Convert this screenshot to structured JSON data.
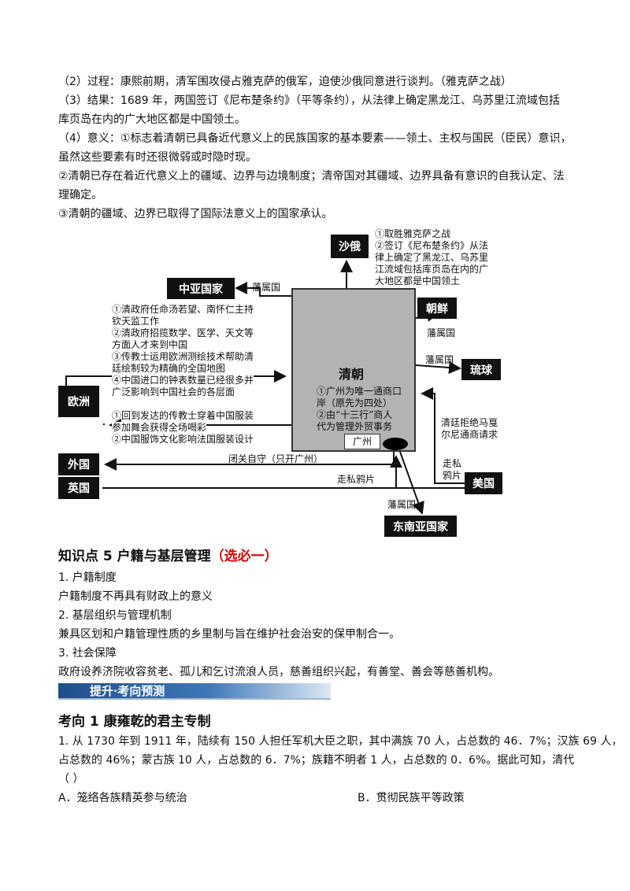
{
  "top_lines": [
    "（2）过程：康熙前期，清军围攻侵占雅克萨的俄军，迫使沙俄同意进行谈判。（雅克萨之战）",
    "（3）结果：1689 年，两国签订《尼布楚条约》（平等条约），从法律上确定黑龙江、乌苏里江流域包括",
    "库页岛在内的广大地区都是中国领土。",
    "（4）意义：①标志着清朝已具备近代意义上的民族国家的基本要素——领土、主权与国民（臣民）意识，",
    "虽然这些要素有时还很微弱或时隐时现。",
    "②清朝已存在着近代意义上的疆域、边界与边境制度；清帝国对其疆域、边界具备有意识的自我认定、法",
    "理确定。",
    "③清朝的疆域、边界已取得了国际法意义上的国家承认。"
  ],
  "diagram": {
    "center": "清朝",
    "boxes": {
      "shae": "沙俄",
      "zhongya": "中亚国家",
      "chaoxian": "朝鲜",
      "liuqiu": "琉球",
      "ouzhou": "欧洲",
      "waiguo": "外国",
      "yingguo": "英国",
      "meiguo": "美国",
      "dongnanya": "东南亚国家"
    },
    "shae_notes": [
      "①取胜雅克萨之战",
      "②签订《尼布楚条约》从法",
      "律上确定了黑龙江、乌苏里",
      "江流域包括库页岛在内的广",
      "大地区都是中国领土"
    ],
    "fanshu": "藩属国",
    "europe_in_notes": [
      "①清政府任命汤若望、南怀仁主持",
      "钦天监工作",
      "②清政府招揽数学、医学、天文等",
      "方面人才来到中国",
      "③传教士运用欧洲测绘技术帮助清",
      "廷绘制较为精确的全国地图",
      "④中国进口的钟表数量已经很多并",
      "广泛影响到中国社会的各层面"
    ],
    "europe_out_notes": [
      "①回到发达的传教士穿着中国服装",
      "参加舞会获得全场喝彩",
      "②中国服饰文化影响法国服装设计"
    ],
    "trade_notes": [
      "①广州为唯一通商口",
      "岸（原先为四处）",
      "②由“十三行”商人",
      "代为管理外贸事务"
    ],
    "guangzhou": "广州",
    "biguan": "闭关自守（只开广州）",
    "zousi_yapian": "走私鸦片",
    "zousi_lines": [
      "走私",
      "鸦片"
    ],
    "qing_refuse": [
      "清廷拒绝马戛",
      "尔尼通商请求"
    ]
  },
  "section5": {
    "title": "知识点 5  户籍与基层管理",
    "tag": "（选必一）",
    "lines": [
      "1.  户籍制度",
      "户籍制度不再具有财政上的意义",
      "2.  基层组织与管理机制",
      "兼具区划和户籍管理性质的乡里制与旨在维护社会治安的保甲制合一。",
      "3.  社会保障",
      "政府设养济院收容贫老、孤儿和乞讨流浪人员，慈善组织兴起，有善堂、善会等慈善机构。"
    ]
  },
  "banner": "提升·考向预测",
  "kaoxiang": "考向 1    康雍乾的君主专制",
  "question": {
    "lines": [
      "1. 从 1730 年到 1911 年，陆续有 150 人担任军机大臣之职，其中满族 70 人，占总数的 46．7%；汉族 69 人，",
      "占总数的 46%；蒙古族 10 人，占总数的 6．7%；族籍不明者 1 人，占总数的 0．6%。据此可知，清代",
      "（    ）"
    ],
    "option_a": "A．笼络各族精英参与统治",
    "option_b": "B．贯彻民族平等政策"
  }
}
